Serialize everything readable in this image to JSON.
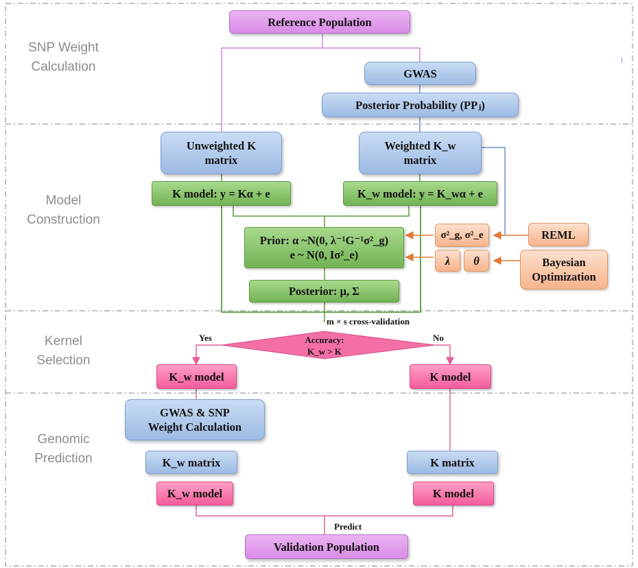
{
  "sections": {
    "snp_weight": "SNP Weight\nCalculation",
    "model_construction": "Model\nConstruction",
    "kernel_selection": "Kernel\nSelection",
    "genomic_prediction": "Genomic\nPrediction"
  },
  "nodes": {
    "reference_population": "Reference Population",
    "gwas": "GWAS",
    "posterior_probability": "Posterior Probability (PPⱼ)",
    "unweighted_k": "Unweighted K\nmatrix",
    "weighted_kw": "Weighted K_w\nmatrix",
    "k_model_eq": "K model: y = Kα + e",
    "kw_model_eq": "K_w model: y = K_wα + e",
    "prior_line1": "Prior: α ~N(0, λ⁻¹G⁻¹σ²_g)",
    "prior_line2": "e ~ N(0, Iσ²_e)",
    "posterior": "Posterior:  μ, Σ",
    "variances": "σ²_g, σ²_e",
    "lambda": "λ",
    "theta": "θ",
    "reml": "REML",
    "bayesian_optimization": "Bayesian\nOptimization",
    "accuracy_decision": "Accuracy:\nK_w > K",
    "kw_model_select": "K_w model",
    "k_model_select": "K model",
    "gwas_snp_weight": "GWAS & SNP\nWeight Calculation",
    "kw_matrix": "K_w matrix",
    "k_matrix": "K matrix",
    "kw_model_final": "K_w model",
    "k_model_final": "K model",
    "validation_population": "Validation Population"
  },
  "edge_labels": {
    "cross_validation": "m × s cross-validation",
    "yes": "Yes",
    "no": "No",
    "predict": "Predict"
  },
  "colors": {
    "purple": "#d98ce6",
    "blue": "#9cbbe3",
    "green": "#72b354",
    "pink": "#f25c9b",
    "orange": "#f6b48d",
    "connector_purple": "#cf86dc",
    "connector_blue": "#6f8fc8",
    "connector_green": "#5a9a3a",
    "connector_orange": "#e07a30",
    "connector_pink": "#e3609a",
    "section_divider": "#999999"
  }
}
